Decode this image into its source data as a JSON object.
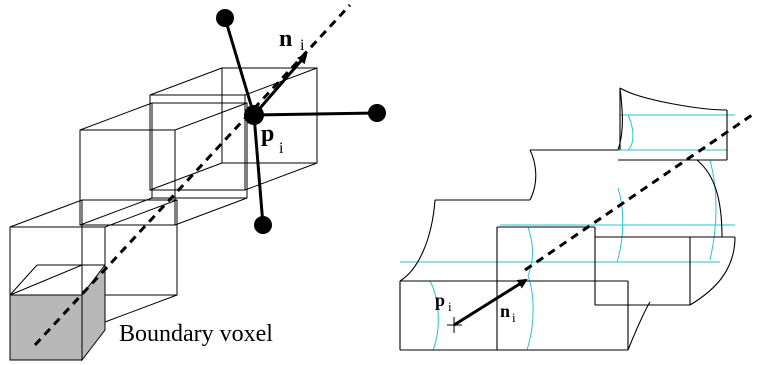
{
  "figure": {
    "left_panel": {
      "normal_label": "n",
      "normal_subscript": "i",
      "point_label": "p",
      "point_subscript": "i",
      "caption": "Boundary voxel"
    },
    "right_panel": {
      "point_label": "p",
      "point_subscript": "i",
      "normal_label": "n",
      "normal_subscript": "i"
    },
    "colors": {
      "line": "#000000",
      "boundary_voxel_fill": "#b8b8b8",
      "isosurface_cyan": "#22c8d0"
    }
  }
}
